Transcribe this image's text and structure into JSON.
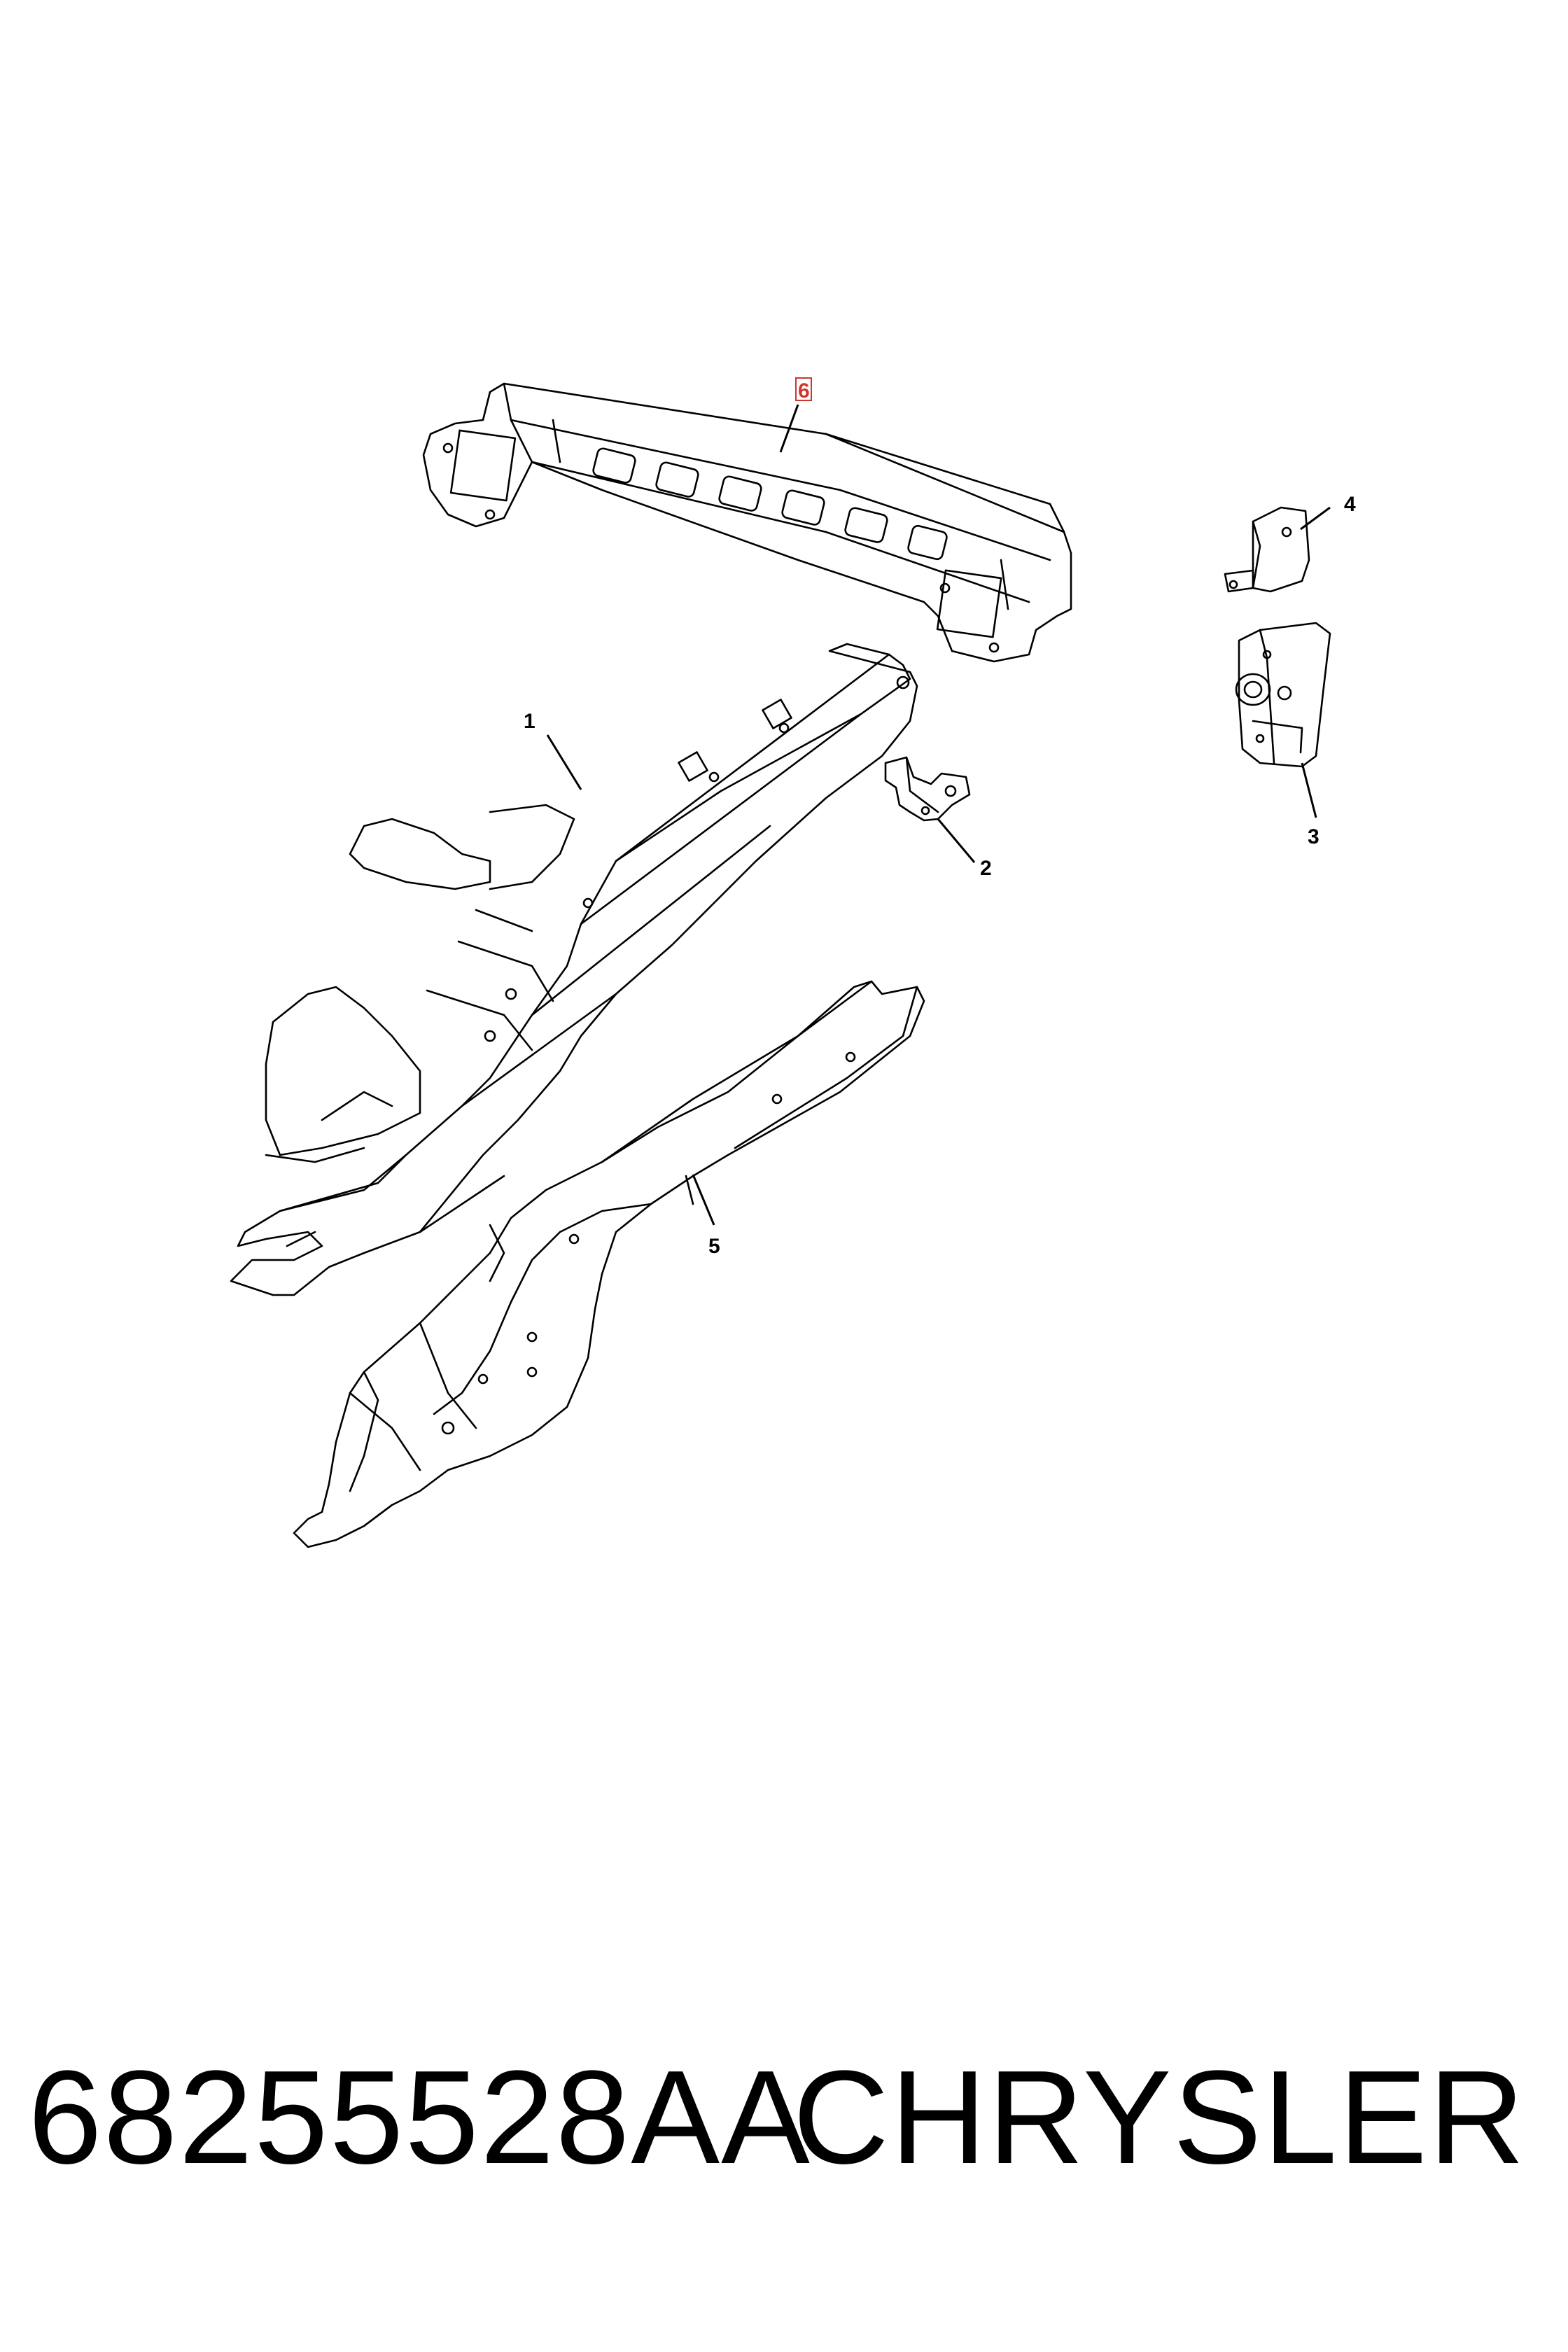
{
  "callouts": {
    "c1": "1",
    "c2": "2",
    "c3": "3",
    "c4": "4",
    "c5": "5",
    "c6": "6"
  },
  "highlight_color": "#d0342c",
  "footer": {
    "part_number": "68255528AA",
    "brand": "CHRYSLER"
  }
}
